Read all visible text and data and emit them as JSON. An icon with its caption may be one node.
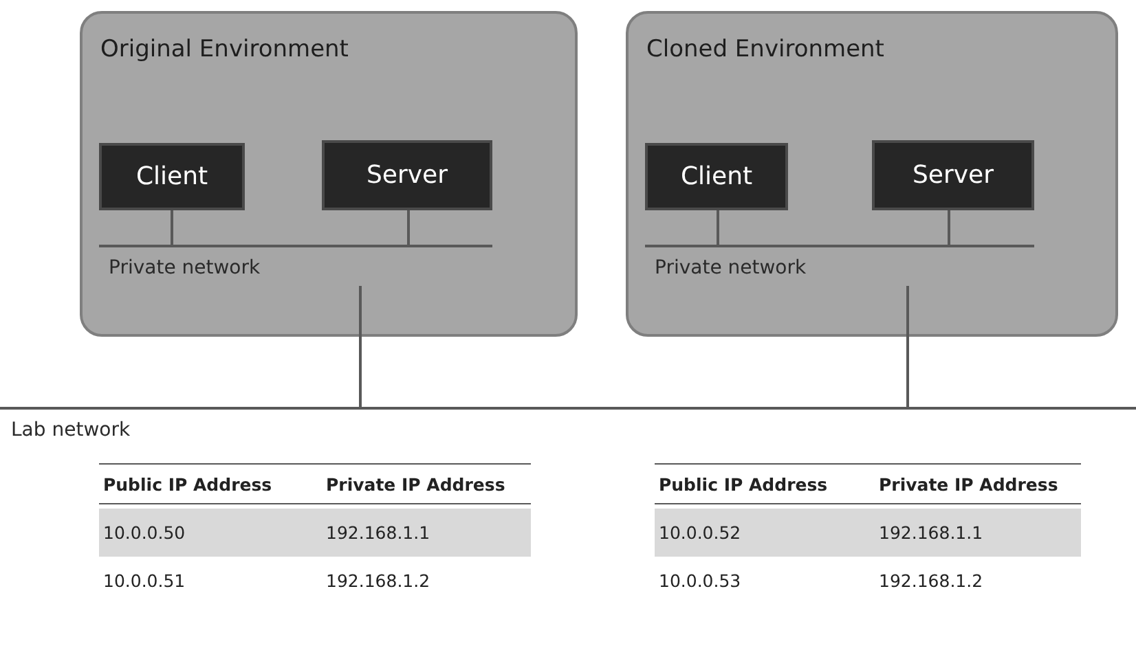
{
  "diagram": {
    "nodes": [
      {
        "text": [
          "Original Environment"
        ]
      },
      {
        "text": [
          "Client"
        ],
        "in": 0
      },
      {
        "text": [
          "Server"
        ],
        "in": 0
      },
      {
        "text": [
          "Private network"
        ],
        "in": 0
      },
      {
        "text": [
          "Cloned Environment"
        ]
      },
      {
        "text": [
          "Client"
        ],
        "in": 4
      },
      {
        "text": [
          "Server"
        ],
        "in": 4
      },
      {
        "text": [
          "Private network"
        ],
        "in": 4
      },
      {
        "text": [
          "Lab network"
        ]
      }
    ],
    "edges": [
      {
        "from": 1,
        "to": 3,
        "arrow": "none"
      },
      {
        "from": 2,
        "to": 3,
        "arrow": "none"
      },
      {
        "from": 3,
        "to": 8,
        "arrow": "none"
      },
      {
        "from": 5,
        "to": 7,
        "arrow": "none"
      },
      {
        "from": 6,
        "to": 7,
        "arrow": "none"
      },
      {
        "from": 7,
        "to": 8,
        "arrow": "none"
      }
    ],
    "labels": [
      "Public IP Address",
      "Private IP Address",
      "10.0.0.50",
      "192.168.1.1",
      "10.0.0.51",
      "192.168.1.2",
      "Public IP Address",
      "Private IP Address",
      "10.0.0.52",
      "192.168.1.1",
      "10.0.0.53",
      "192.168.1.2"
    ]
  }
}
